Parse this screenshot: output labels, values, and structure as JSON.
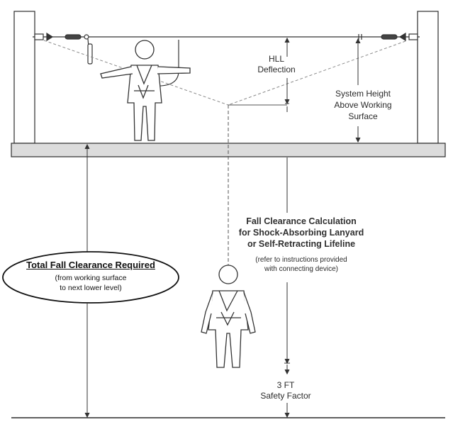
{
  "labels": {
    "hll": [
      "HLL",
      "Deflection"
    ],
    "system_height": [
      "System Height",
      "Above Working",
      "Surface"
    ],
    "calculation_title": [
      "Fall Clearance Calculation",
      "for Shock-Absorbing Lanyard",
      "or Self-Retracting Lifeline"
    ],
    "calculation_note": [
      "(refer to instructions provided",
      "with connecting device)"
    ],
    "safety": [
      "3 FT",
      "Safety Factor"
    ],
    "total_title": "Total Fall Clearance Required",
    "total_note": [
      "(from working surface",
      "to next lower level)"
    ]
  },
  "colors": {
    "line": "#2b2b2b",
    "dashed": "#8a8a8a",
    "floor": "#dcdcdc",
    "text": "#222222"
  }
}
